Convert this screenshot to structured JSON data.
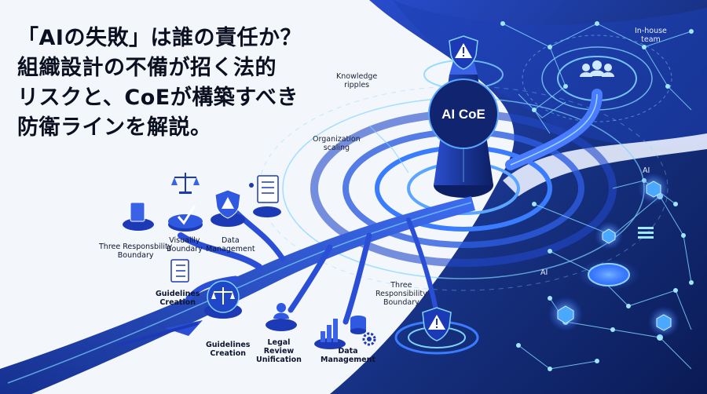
{
  "headline": {
    "line1": "「AIの失敗」は誰の責任か？",
    "line2": "組織設計の不備が招く法的",
    "line3": "リスクと、CoEが構築すべき",
    "line4": "防衛ラインを解説。"
  },
  "hub": {
    "title": "AI CoE"
  },
  "labels": {
    "knowledge_ripples_1": "Knowledge",
    "knowledge_ripples_2": "ripples",
    "organization_scaling_1": "Organization",
    "organization_scaling_2": "scaling",
    "inhouse_team_1": "In-house",
    "inhouse_team_2": "team",
    "ai_upper": "AI",
    "ai_lower": "AI",
    "three_resp_left_1": "Three Responsbility",
    "three_resp_left_2": "Boundary",
    "visually_boundary_1": "Visuallly",
    "visually_boundary_2": "Boundary",
    "data_management_top_1": "Data",
    "data_management_top_2": "Management",
    "guidelines_creation_upper_1": "Guidelines",
    "guidelines_creation_upper_2": "Creation",
    "guidelines_creation_lower_1": "Guidelines",
    "guidelines_creation_lower_2": "Creation",
    "legal_review_1": "Legal",
    "legal_review_2": "Review",
    "legal_review_3": "Unification",
    "data_management_bottom_1": "Data",
    "data_management_bottom_2": "Management",
    "three_resp_right_1": "Three",
    "three_resp_right_2": "Responsibility",
    "three_resp_right_3": "Boundary"
  },
  "icons": [
    "warning-shield-icon",
    "scales-icon",
    "checkmark-icon",
    "document-icon",
    "checklist-icon",
    "people-icon",
    "bar-chart-icon",
    "gear-icon",
    "database-icon"
  ],
  "colors": {
    "navy": "#0c1d6e",
    "blue": "#2147c9",
    "accent": "#3ab6ff",
    "glow": "#7fd4ff",
    "background": "#f3f6fb"
  }
}
